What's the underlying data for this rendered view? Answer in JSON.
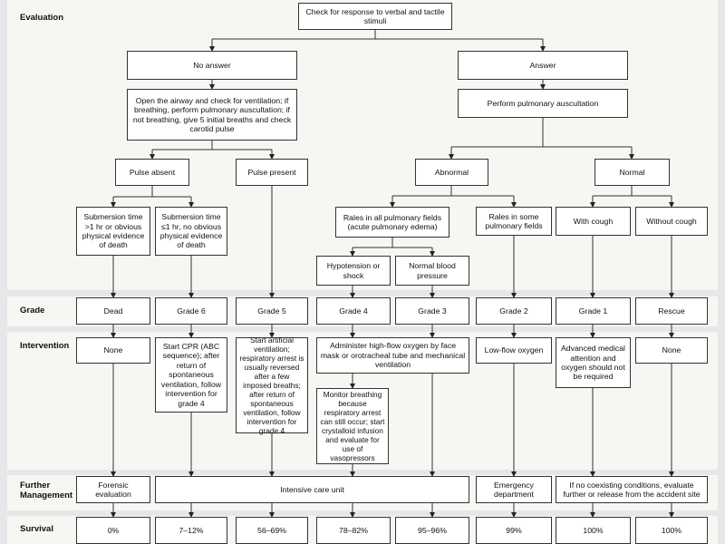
{
  "row_labels": {
    "evaluation": "Evaluation",
    "grade": "Grade",
    "intervention": "Intervention",
    "further_management": "Further\nManagement",
    "survival": "Survival"
  },
  "evaluation": {
    "check_stimuli": "Check for response to verbal and tactile stimuli",
    "no_answer": "No answer",
    "answer": "Answer",
    "open_airway": "Open the airway and check for ventilation; if breathing, perform pulmonary auscultation; if not breathing, give 5 initial breaths and check carotid pulse",
    "perform_auscultation": "Perform pulmonary auscultation",
    "pulse_absent": "Pulse absent",
    "pulse_present": "Pulse present",
    "abnormal": "Abnormal",
    "normal": "Normal",
    "submersion_long": "Submersion time >1 hr or obvious physical evidence of death",
    "submersion_short": "Submersion time ≤1 hr, no obvious physical evidence of death",
    "rales_all": "Rales in all pulmonary fields (acute pulmonary edema)",
    "rales_some": "Rales in some pulmonary fields",
    "with_cough": "With cough",
    "without_cough": "Without cough",
    "hypotension": "Hypotension or shock",
    "normal_bp": "Normal blood pressure"
  },
  "grades": {
    "dead": "Dead",
    "g6": "Grade 6",
    "g5": "Grade 5",
    "g4": "Grade 4",
    "g3": "Grade 3",
    "g2": "Grade 2",
    "g1": "Grade 1",
    "rescue": "Rescue"
  },
  "interventions": {
    "none_dead": "None",
    "g6": "Start CPR (ABC sequence); after return of spontaneous ventilation, follow intervention for grade 4",
    "g5": "Start artificial ventilation; respiratory arrest is usually reversed after a few imposed breaths; after return of spontaneous ventilation, follow intervention for grade 4",
    "g4_g3": "Administer high-flow oxygen by face mask or orotracheal tube and mechanical ventilation",
    "monitor": "Monitor breathing because respiratory arrest can still occur; start crystalloid infusion and evaluate for use of vasopressors",
    "g2": "Low-flow oxygen",
    "g1": "Advanced medical attention and oxygen should not be required",
    "none_rescue": "None"
  },
  "management": {
    "forensic": "Forensic evaluation",
    "icu": "Intensive care unit",
    "emergency": "Emergency department",
    "release": "If no coexisting conditions, evaluate further or release from the accident site"
  },
  "survival": {
    "dead": "0%",
    "g6": "7–12%",
    "g5": "56–69%",
    "g4": "78–82%",
    "g3": "95–96%",
    "g2": "99%",
    "g1": "100%",
    "rescue": "100%"
  }
}
